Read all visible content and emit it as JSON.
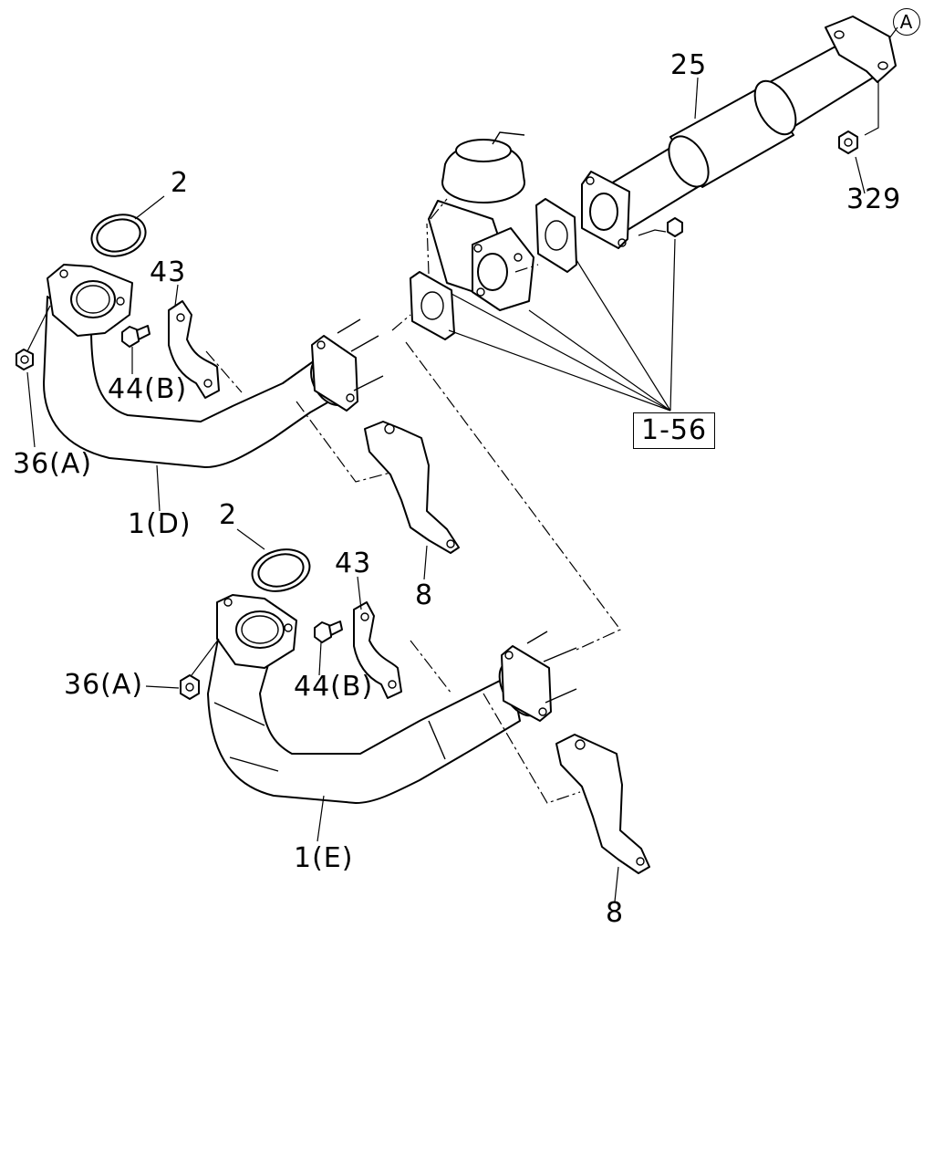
{
  "diagram": {
    "callouts": {
      "c_25": "25",
      "c_a": "A",
      "c_329": "329",
      "c_2_top": "2",
      "c_43_top": "43",
      "c_44b_top": "44(B)",
      "c_36a_top": "36(A)",
      "c_1d": "1(D)",
      "c_8_top": "8",
      "c_156": "1-56",
      "c_2_bot": "2",
      "c_43_bot": "43",
      "c_36a_bot": "36(A)",
      "c_44b_bot": "44(B)",
      "c_1e": "1(E)",
      "c_8_bot": "8"
    }
  }
}
